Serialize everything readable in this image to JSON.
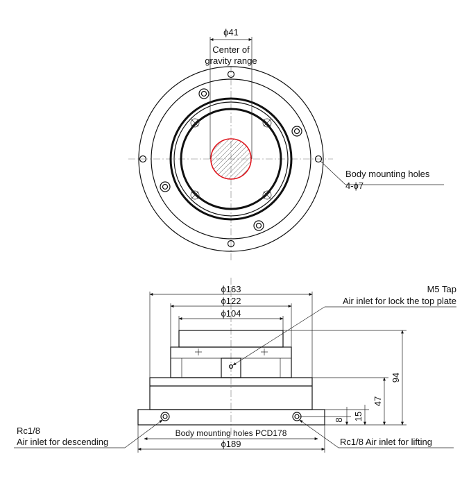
{
  "top_view": {
    "cog_dimension": "ϕ41",
    "cog_label_line1": "Center of",
    "cog_label_line2": "gravity range",
    "mounting_holes_line1": "Body mounting holes",
    "mounting_holes_line2": "4-ϕ7"
  },
  "side_view": {
    "dim_163": "ϕ163",
    "dim_122": "ϕ122",
    "dim_104": "ϕ104",
    "dim_189": "ϕ189",
    "pcd_label": "Body mounting holes PCD178",
    "height_94": "94",
    "height_47": "47",
    "height_15": "15",
    "height_8": "8",
    "m5_label_line1": "M5 Tap",
    "m5_label_line2": "Air inlet for lock the top plate",
    "rc_left_line1": "Rc1/8",
    "rc_left_line2": "Air inlet for descending",
    "rc_right": "Rc1/8 Air inlet for lifting"
  },
  "colors": {
    "cog_outline": "#e0141c",
    "lines": "#111111"
  }
}
